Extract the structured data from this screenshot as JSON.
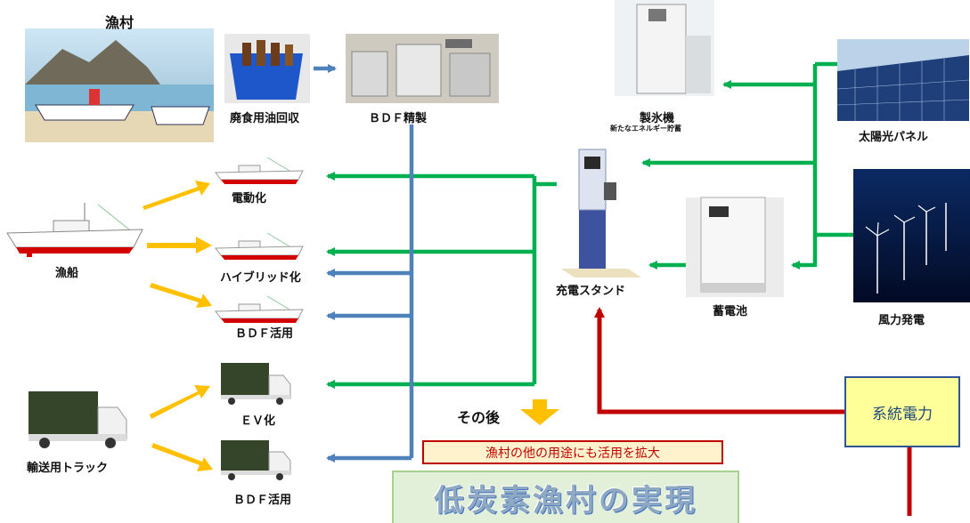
{
  "labels": {
    "fishing_village": "漁村",
    "waste_oil": "廃食用油回収",
    "bdf_refining": "ＢＤＦ精製",
    "ice_maker": "製氷機",
    "ice_maker_sub": "新たなエネルギー貯蓄",
    "solar_panel": "太陽光パネル",
    "wind_power": "風力発電",
    "battery": "蓄電池",
    "charging_stand": "充電スタンド",
    "grid_power": "系統電力",
    "fishing_boat": "漁船",
    "electrification": "電動化",
    "hybrid": "ハイブリッド化",
    "bdf_use_boat": "ＢＤＦ活用",
    "truck": "輸送用トラック",
    "ev": "ＥＶ化",
    "bdf_use_truck": "ＢＤＦ活用",
    "afterwards": "その後",
    "expand": "漁村の他の用途にも活用を拡大",
    "goal": "低炭素漁村の実現"
  },
  "colors": {
    "green_line": "#00b050",
    "blue_line": "#4f81bd",
    "red_line": "#c00000",
    "orange_arrow": "#ffc000",
    "grid_box_fill": "#ffff99",
    "goal_box_fill": "#e2f0d9"
  }
}
